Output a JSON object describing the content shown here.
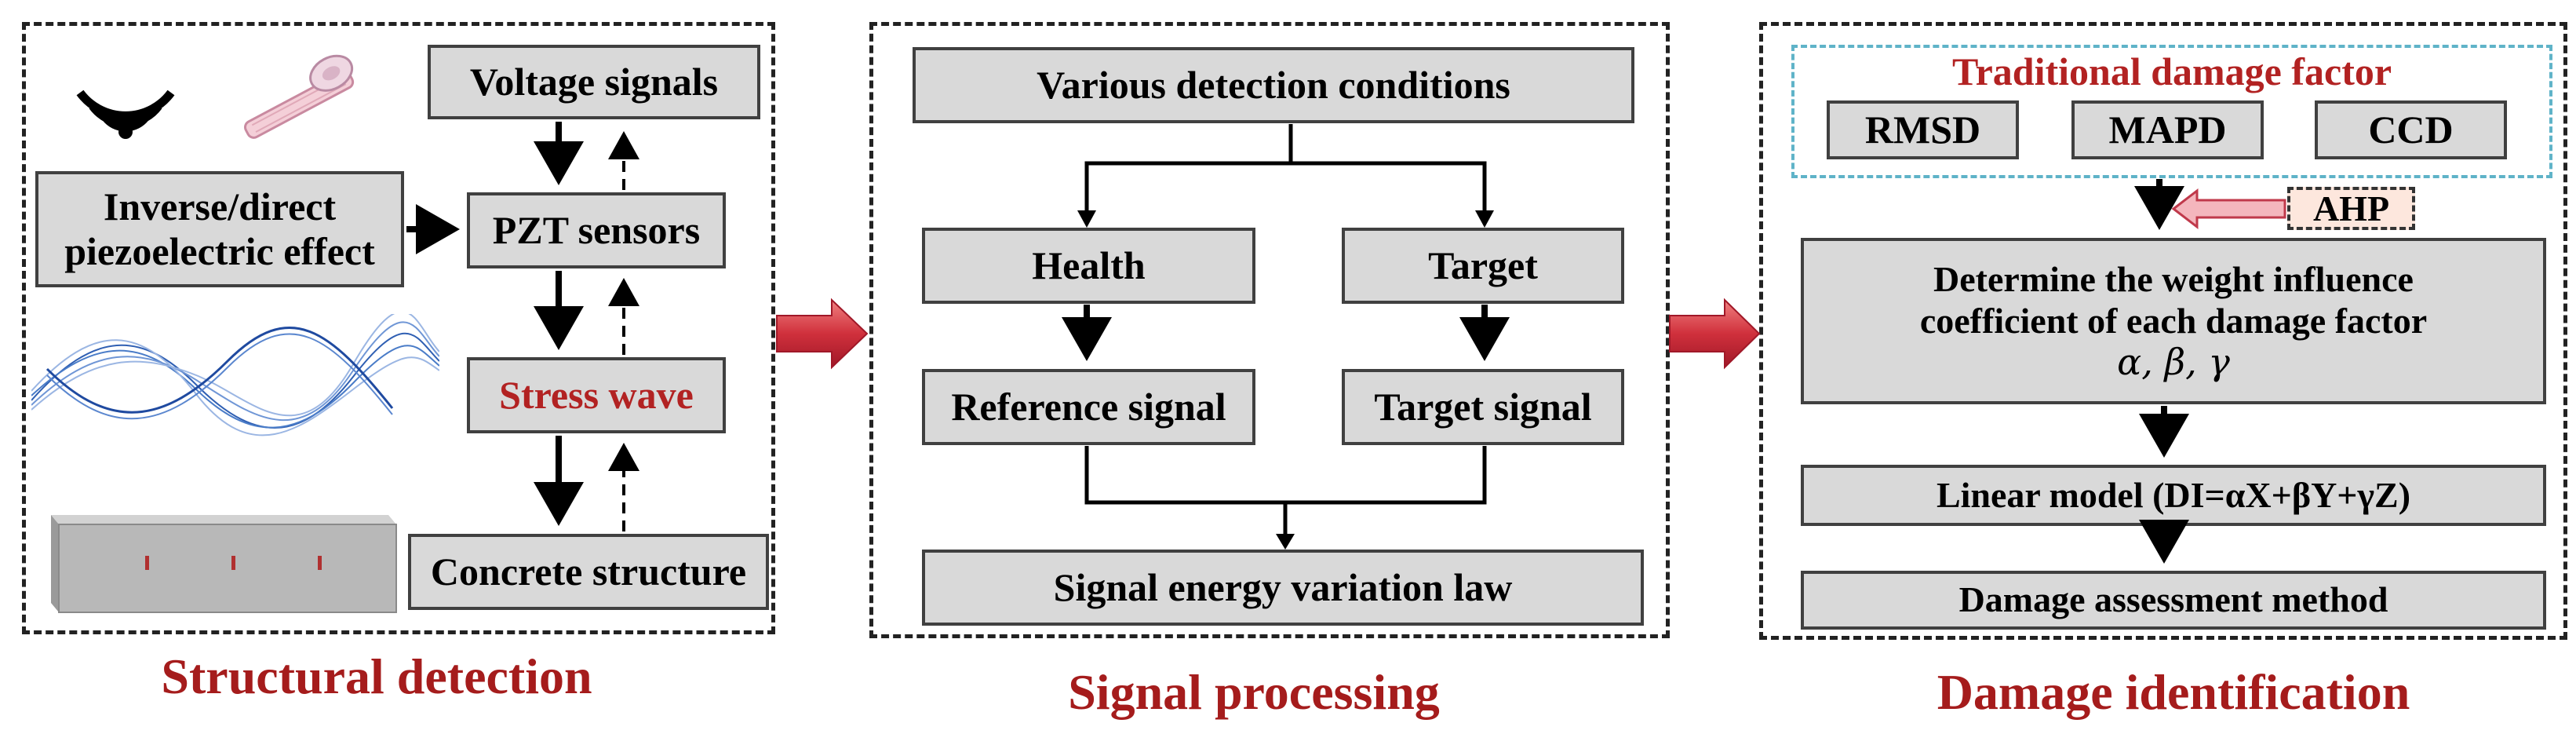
{
  "panels": {
    "structural": {
      "caption": "Structural detection",
      "voltage_signals": "Voltage signals",
      "effect_line1": "Inverse/direct",
      "effect_line2": "piezoelectric effect",
      "pzt_sensors": "PZT sensors",
      "stress_wave": "Stress wave",
      "concrete_structure": "Concrete structure"
    },
    "signal": {
      "caption": "Signal processing",
      "various_conditions": "Various detection conditions",
      "health": "Health",
      "target": "Target",
      "reference_signal": "Reference signal",
      "target_signal": "Target signal",
      "energy_law": "Signal energy variation law"
    },
    "damage": {
      "caption": "Damage identification",
      "traditional_title": "Traditional damage factor",
      "rmsd": "RMSD",
      "mapd": "MAPD",
      "ccd": "CCD",
      "ahp": "AHP",
      "weight_line1": "Determine the weight influence",
      "weight_line2": "coefficient of each damage factor",
      "weight_symbols": "α, β, γ",
      "linear_model": "Linear model (DI=αX+βY+γZ)",
      "assessment": "Damage assessment method"
    }
  },
  "colors": {
    "caption_red": "#a51c1c",
    "box_fill": "#d9d9d9",
    "stress_wave_red": "#b22222",
    "group_border": "#5fb3c8",
    "big_arrow": "#d0303c",
    "ahp_fill": "#fde7dd"
  },
  "icons": {
    "wireless": "wireless-signal-icon",
    "sensor": "pzt-sensor-illustration",
    "wave": "stress-wave-illustration",
    "beam": "concrete-beam-illustration"
  }
}
